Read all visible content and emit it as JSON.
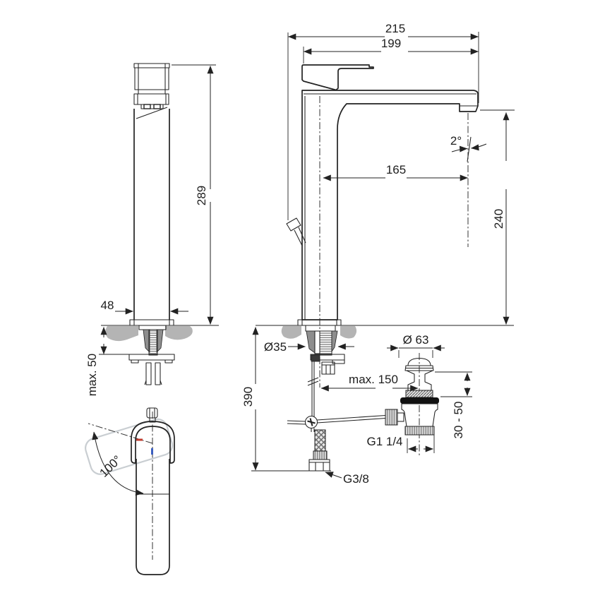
{
  "drawing": {
    "type": "technical-drawing",
    "subject": "single-lever tall basin mixer faucet with pop-up waste, dimensioned views",
    "views": [
      "front-elevation",
      "side-elevation",
      "top-view-handle-swivel",
      "waste-drain-detail"
    ],
    "dims": {
      "overall_depth": "215",
      "spout_depth": "199",
      "body_height": "289",
      "body_width": "48",
      "deck_thickness": "max. 50",
      "spout_reach": "165",
      "outlet_height": "240",
      "outlet_angle": "2°",
      "hole_diameter": "Ø35",
      "below_deck_length": "390",
      "rod_reach": "max. 150",
      "hose_thread": "G3/8",
      "waste_cap_diameter": "Ø 63",
      "waste_clamp_range": "30 - 50",
      "waste_thread": "G1 1/4",
      "handle_swivel_angle": "100°"
    },
    "colors": {
      "line": "#222222",
      "counter_gray": "#b4b4b4",
      "cone_gray": "#8e8e8e",
      "ghost_gray": "#c9ced2",
      "hot_red": "#c23b2e",
      "cold_blue": "#3c5fc0"
    }
  }
}
